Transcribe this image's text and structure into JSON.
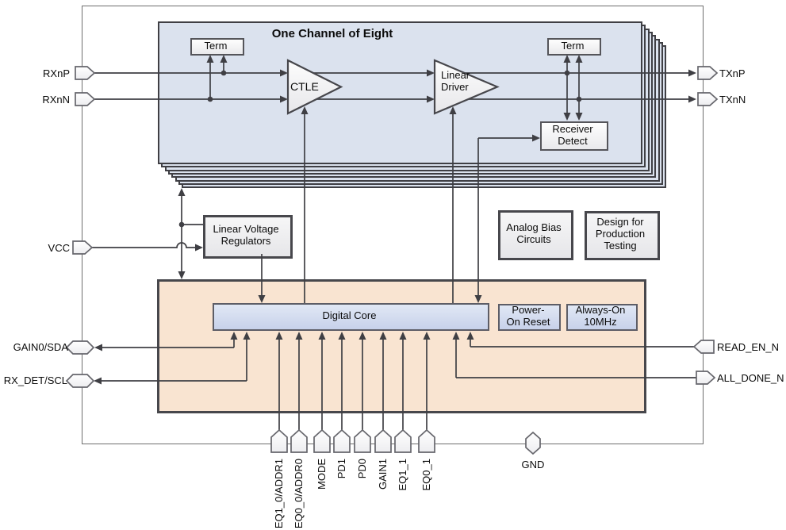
{
  "title": "One Channel of Eight",
  "blocks": {
    "term_rx": "Term",
    "term_tx": "Term",
    "ctle": "CTLE",
    "linear_driver": "Linear Driver",
    "receiver_detect": "Receiver Detect",
    "linear_voltage_regulators": "Linear Voltage Regulators",
    "analog_bias_circuits": "Analog Bias Circuits",
    "design_for_production_testing": "Design for Production Testing",
    "digital_core": "Digital Core",
    "power_on_reset": "Power-On Reset",
    "always_on_10mhz": "Always-On 10MHz"
  },
  "pins": {
    "left": [
      "RXnP",
      "RXnN",
      "VCC",
      "GAIN0/SDA",
      "RX_DET/SCL"
    ],
    "right": [
      "TXnP",
      "TXnN",
      "READ_EN_N",
      "ALL_DONE_N"
    ],
    "bottom": [
      "EQ1_0/ADDR1",
      "EQ0_0/ADDR0",
      "MODE",
      "PD1",
      "PD0",
      "GAIN1",
      "EQ1_1",
      "EQ0_1"
    ],
    "ground": "GND"
  },
  "colors": {
    "channel_fill": "#dbe2ee",
    "digital_fill": "#f9e4d1",
    "core_fill": "#ccd6ec",
    "wire": "#3f3f44",
    "box_border": "#47474c"
  }
}
